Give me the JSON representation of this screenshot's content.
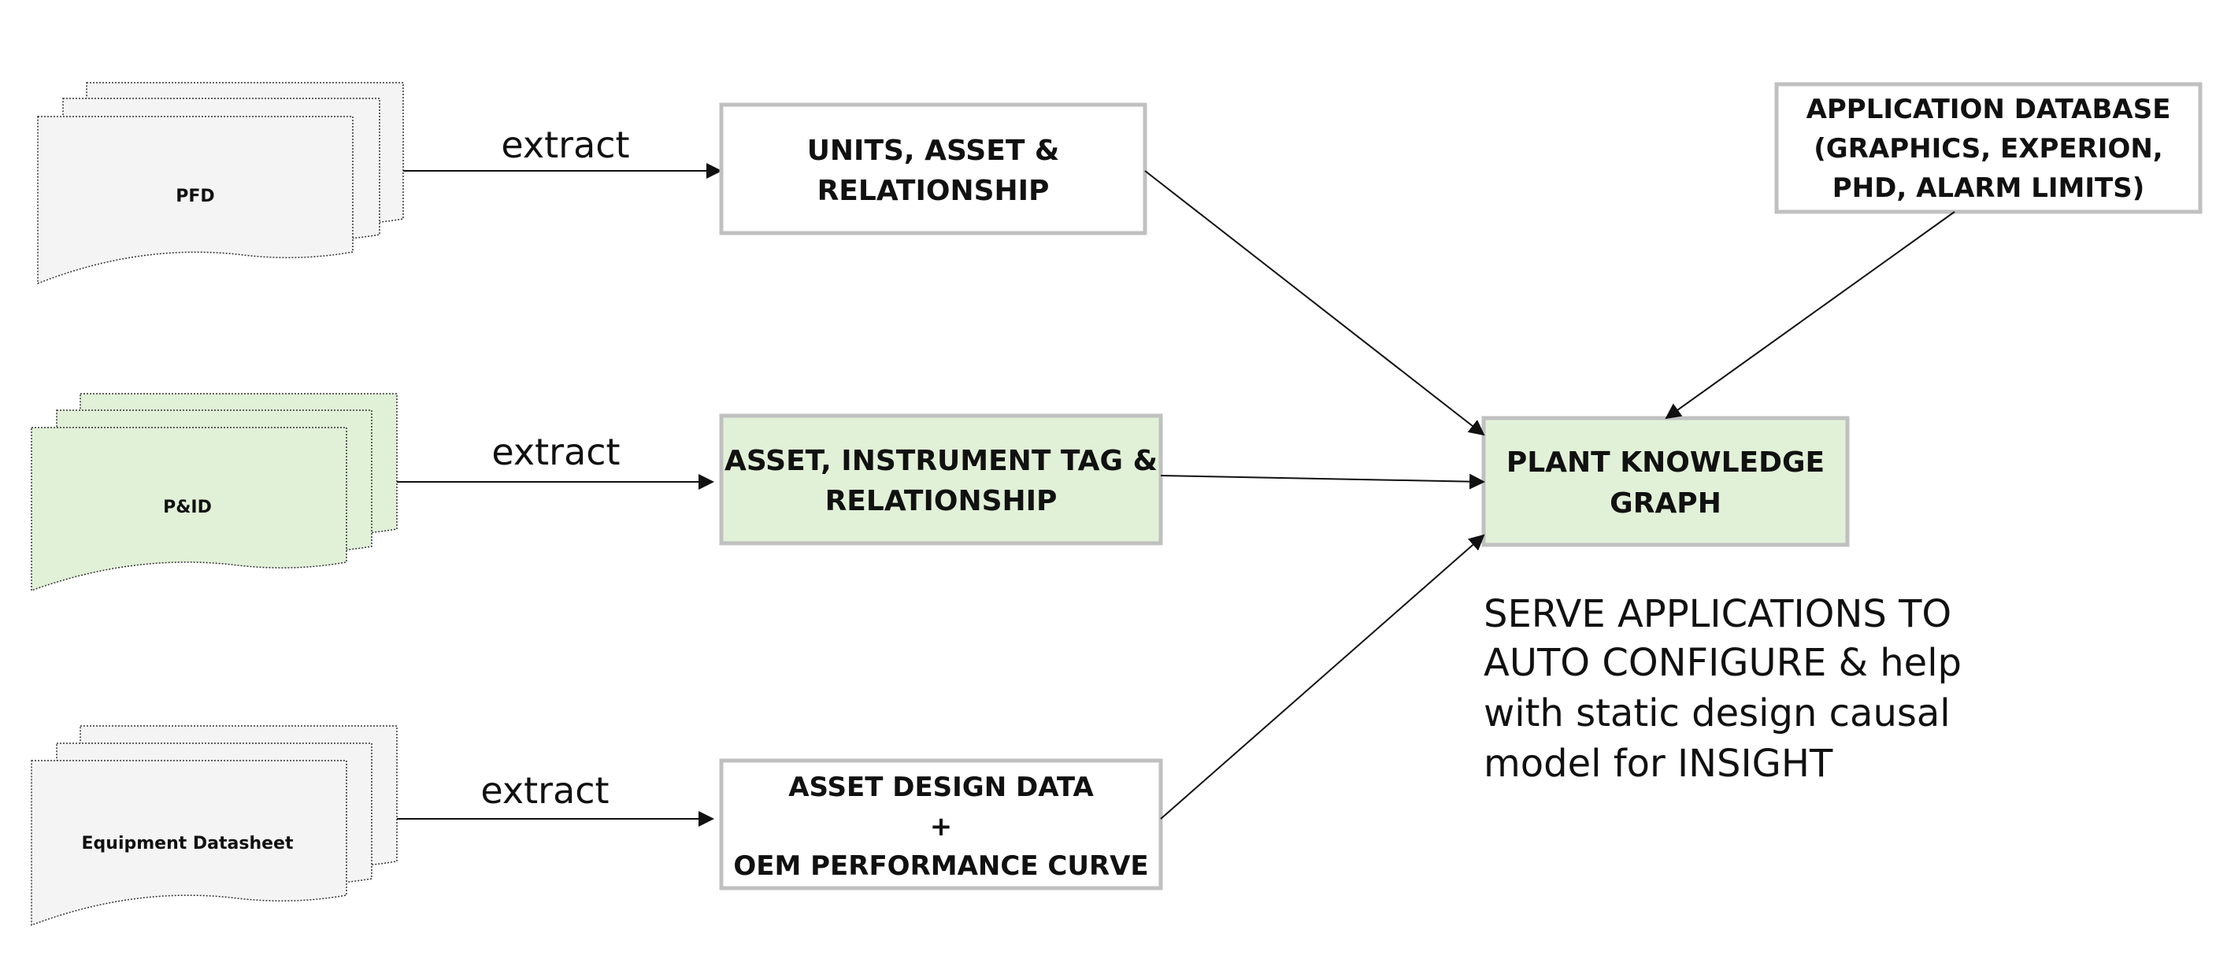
{
  "colors": {
    "green_fill": "#e1f1d8",
    "white_fill": "#ffffff",
    "doc_fill": "#f4f4f4",
    "doc_stroke": "#333333",
    "box_stroke": "#c0c0c0",
    "arrow": "#111111",
    "text": "#111111"
  },
  "documents": [
    {
      "id": "pfd",
      "label": "PFD",
      "fill": "gray"
    },
    {
      "id": "pid",
      "label": "P&ID",
      "fill": "green"
    },
    {
      "id": "datasheet",
      "label": "Equipment Datasheet",
      "fill": "gray"
    }
  ],
  "edge_labels": {
    "extract_1": "extract",
    "extract_2": "extract",
    "extract_3": "extract"
  },
  "boxes": {
    "units": {
      "lines": [
        "UNITS, ASSET &",
        "RELATIONSHIP"
      ],
      "fill": "white"
    },
    "asset_tag": {
      "lines": [
        "ASSET, INSTRUMENT TAG &",
        "RELATIONSHIP"
      ],
      "fill": "green"
    },
    "design": {
      "lines": [
        "ASSET DESIGN DATA",
        "+",
        "OEM PERFORMANCE CURVE"
      ],
      "fill": "white"
    },
    "knowledge_graph": {
      "lines": [
        "PLANT KNOWLEDGE",
        "GRAPH"
      ],
      "fill": "green"
    },
    "app_db": {
      "lines": [
        "APPLICATION DATABASE",
        "(GRAPHICS, EXPERION,",
        "PHD, ALARM LIMITS)"
      ],
      "fill": "white"
    }
  },
  "note": {
    "lines": [
      "SERVE APPLICATIONS TO",
      "AUTO CONFIGURE & help",
      "with static design causal",
      "model for INSIGHT"
    ]
  }
}
